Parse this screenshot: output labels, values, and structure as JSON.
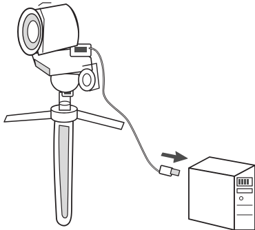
{
  "diagram": {
    "components": [
      {
        "id": "camera",
        "icon": "camera-lens-icon"
      },
      {
        "id": "tripod",
        "icon": "tripod-icon"
      },
      {
        "id": "usb-cable",
        "icon": "usb-cable-icon"
      },
      {
        "id": "computer",
        "icon": "desktop-tower-icon"
      },
      {
        "id": "connect-arrow",
        "icon": "arrow-right-icon"
      }
    ],
    "colors": {
      "stroke": "#231f20",
      "fill_light": "#ffffff",
      "fill_mid": "#d9d9d9",
      "fill_dark": "#4d4d4d"
    }
  }
}
